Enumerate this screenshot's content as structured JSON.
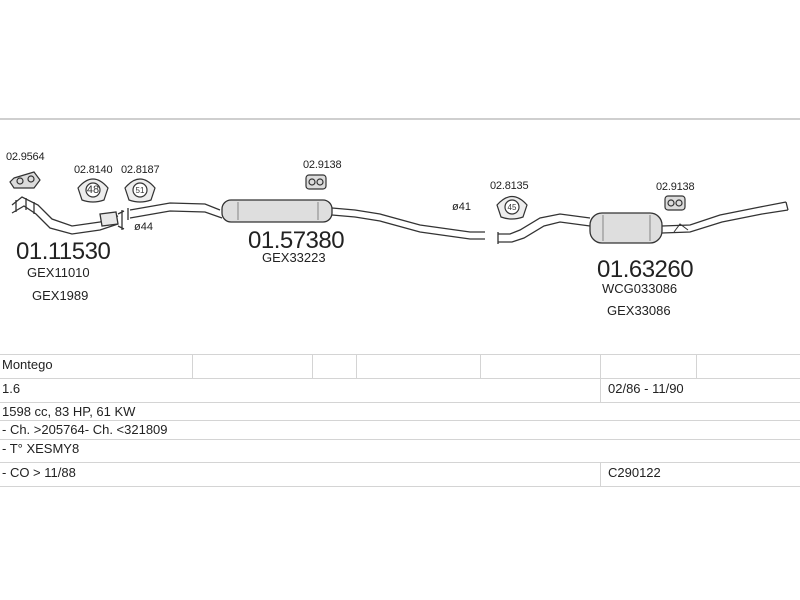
{
  "diagram": {
    "parts": [
      {
        "id": "p1",
        "number": "01.11530",
        "refs": [
          "GEX11010",
          "GEX1989"
        ]
      },
      {
        "id": "p2",
        "number": "01.57380",
        "refs": [
          "GEX33223"
        ]
      },
      {
        "id": "p3",
        "number": "01.63260",
        "refs": [
          "WCG033086",
          "GEX33086"
        ]
      }
    ],
    "accessories": [
      {
        "id": "a1",
        "number": "02.9564"
      },
      {
        "id": "a2",
        "number": "02.8140",
        "icon_text": "48"
      },
      {
        "id": "a3",
        "number": "02.8187",
        "icon_text": "51"
      },
      {
        "id": "a4",
        "number": "02.9138"
      },
      {
        "id": "a5",
        "number": "02.8135",
        "icon_text": "45"
      },
      {
        "id": "a6",
        "number": "02.9138"
      }
    ],
    "diameters": [
      "ø44",
      "ø41"
    ]
  },
  "table": {
    "rows": [
      {
        "left": "Montego",
        "right": ""
      },
      {
        "left": "1.6",
        "right": "02/86 - 11/90"
      },
      {
        "left": "1598 cc, 83 HP, 61 KW",
        "right": ""
      },
      {
        "left": "- Ch. >205764- Ch. <321809",
        "right": ""
      },
      {
        "left": "- T° XESMY8",
        "right": ""
      },
      {
        "left": "- CO > 11/88",
        "right": "C290122"
      }
    ]
  }
}
